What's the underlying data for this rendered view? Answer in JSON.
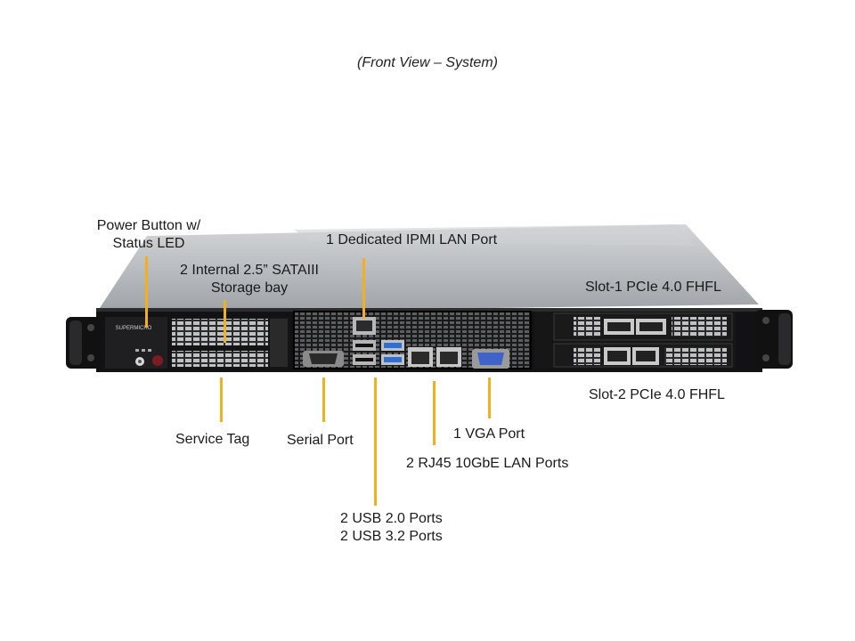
{
  "title": "(Front View – System)",
  "labels": {
    "power_button": [
      "Power Button w/",
      "Status LED"
    ],
    "storage_bay": [
      "2 Internal  2.5” SATAIII",
      "Storage bay"
    ],
    "ipmi_lan": "1 Dedicated IPMI  LAN Port",
    "slot1": "Slot-1  PCIe 4.0 FHFL",
    "slot2": "Slot-2  PCIe 4.0 FHFL",
    "service_tag": "Service Tag",
    "serial_port": "Serial Port",
    "vga_port": "1 VGA Port",
    "rj45_lan": "2 RJ45 10GbE LAN Ports",
    "usb": [
      "2 USB 2.0 Ports",
      "2 USB 3.2 Ports"
    ]
  },
  "brand_mark": "SUPERMICRO",
  "colors": {
    "leader": "#f2b01e",
    "chassis_top": "#bfc2c6",
    "front_panel": "#1c1c1e",
    "usb3_blue": "#2f6fd6",
    "vga_blue": "#3f63c9"
  }
}
